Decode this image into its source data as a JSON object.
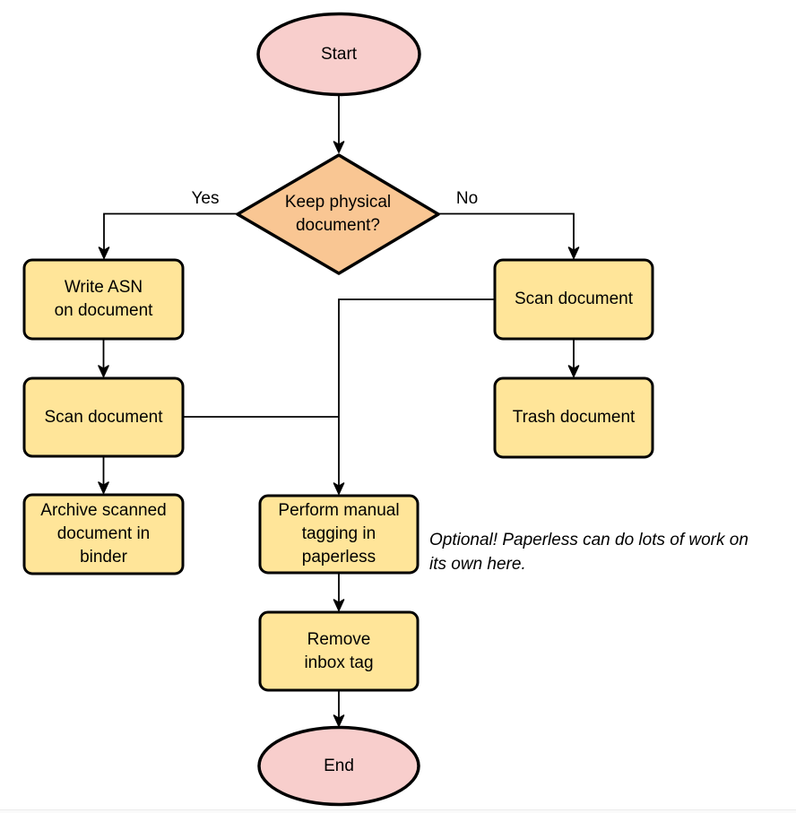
{
  "palette": {
    "terminator_fill": "#f8cecc",
    "decision_fill": "#f9c693",
    "process_fill": "#ffe599",
    "stroke": "#000000",
    "divider": "#ececec"
  },
  "nodes": {
    "start": {
      "label": "Start",
      "type": "terminator"
    },
    "decision": {
      "label": "Keep physical\ndocument?",
      "type": "decision"
    },
    "write_asn": {
      "label": "Write ASN\non document",
      "type": "process"
    },
    "scan_left": {
      "label": "Scan document",
      "type": "process"
    },
    "archive": {
      "label": "Archive scanned\ndocument in\nbinder",
      "type": "process"
    },
    "scan_right": {
      "label": "Scan document",
      "type": "process"
    },
    "trash": {
      "label": "Trash document",
      "type": "process"
    },
    "tagging": {
      "label": "Perform manual\ntagging in\npaperless",
      "type": "process"
    },
    "remove_inbox": {
      "label": "Remove\ninbox tag",
      "type": "process"
    },
    "end": {
      "label": "End",
      "type": "terminator"
    }
  },
  "edges": {
    "yes_label": "Yes",
    "no_label": "No"
  },
  "annotation": {
    "text": "Optional! Paperless can do lots of work on\nits own here."
  }
}
